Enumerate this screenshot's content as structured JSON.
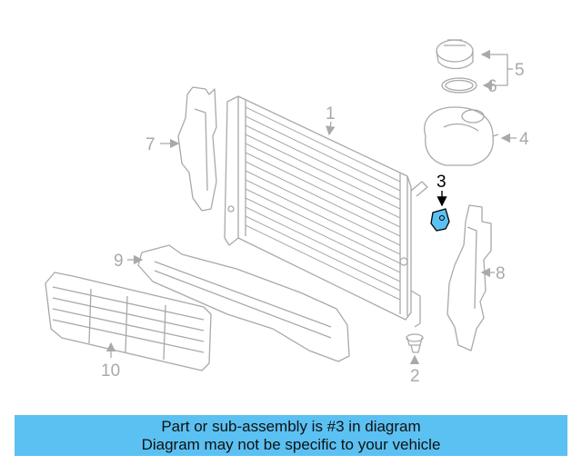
{
  "callouts": {
    "c1": "1",
    "c2": "2",
    "c3": "3",
    "c4": "4",
    "c5": "5",
    "c6": "6",
    "c7": "7",
    "c8": "8",
    "c9": "9",
    "c10": "10"
  },
  "highlight_part": "3",
  "colors": {
    "banner": "#5bc1f2",
    "highlight": "#5bc1f2",
    "line": "#a9a9a9"
  },
  "banner": {
    "line1": "Part or sub-assembly is #3 in diagram",
    "line2": "Diagram may not be specific to your vehicle"
  }
}
